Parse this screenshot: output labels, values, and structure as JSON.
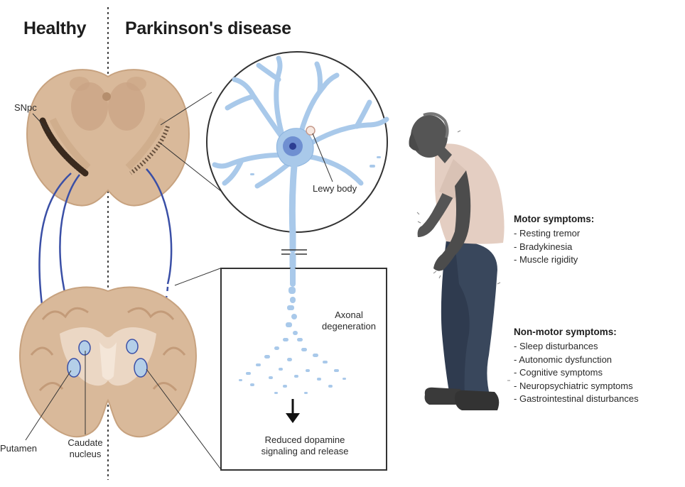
{
  "headers": {
    "healthy": "Healthy",
    "parkinsons": "Parkinson's disease"
  },
  "labels": {
    "snpc": "SNpc",
    "lewy_body": "Lewy body",
    "axonal_degeneration": [
      "Axonal",
      "degeneration"
    ],
    "reduced_dopamine": [
      "Reduced dopamine",
      "signaling and release"
    ],
    "putamen": "Putamen",
    "caudate_nucleus": [
      "Caudate",
      "nucleus"
    ]
  },
  "motor_symptoms": {
    "title": "Motor symptoms:",
    "items": [
      "Resting tremor",
      "Bradykinesia",
      "Muscle rigidity"
    ]
  },
  "non_motor_symptoms": {
    "title": "Non-motor symptoms:",
    "items": [
      "Sleep disturbances",
      "Autonomic dysfunction",
      "Cognitive symptoms",
      "Neuropsychiatric symptoms",
      "Gastrointestinal disturbances"
    ]
  },
  "colors": {
    "brain_tissue": "#d9b99a",
    "brain_dark": "#c7a27f",
    "neuron": "#a9c9ea",
    "neuron_outline": "#7fa6d0",
    "nucleus": "#5d7ec4",
    "pathway": "#3a4fa6",
    "person_skin": "#555555",
    "shirt": "#e4cec2",
    "pants": "#39475c",
    "shoes": "#3a3a3a"
  }
}
